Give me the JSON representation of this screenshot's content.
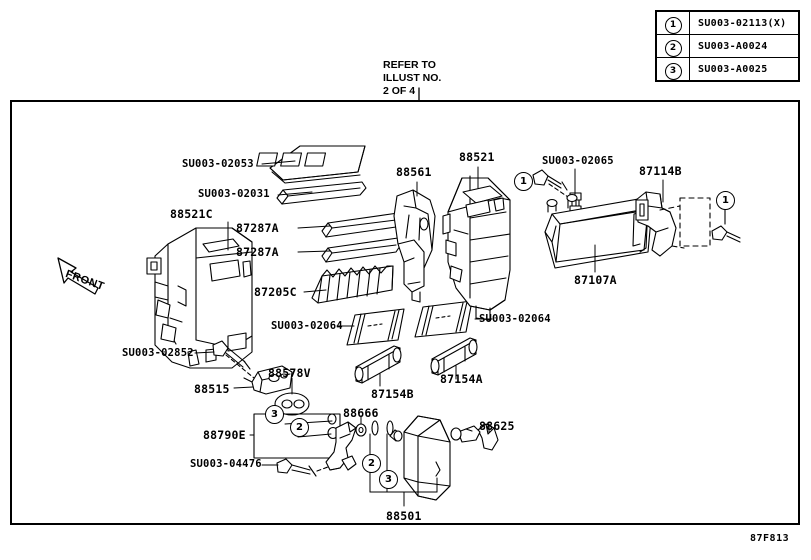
{
  "document": {
    "footer_code": "87F813",
    "refer_note_lines": [
      "REFER TO",
      "ILLUST NO.",
      "2 OF 4"
    ],
    "front_arrow_label": "FRONT"
  },
  "legend": {
    "rows": [
      {
        "number": "1",
        "code": "SU003-02113(X)"
      },
      {
        "number": "2",
        "code": "SU003-A0024"
      },
      {
        "number": "3",
        "code": "SU003-A0025"
      }
    ]
  },
  "parts": [
    {
      "id": "su003-02053",
      "label": "SU003-02053"
    },
    {
      "id": "su003-02031",
      "label": "SU003-02031"
    },
    {
      "id": "88521c",
      "label": "88521C"
    },
    {
      "id": "87287a-1",
      "label": "87287A"
    },
    {
      "id": "87287a-2",
      "label": "87287A"
    },
    {
      "id": "87205c",
      "label": "87205C"
    },
    {
      "id": "88561",
      "label": "88561"
    },
    {
      "id": "88521",
      "label": "88521"
    },
    {
      "id": "su003-02065",
      "label": "SU003-02065"
    },
    {
      "id": "87114b",
      "label": "87114B"
    },
    {
      "id": "87107a",
      "label": "87107A"
    },
    {
      "id": "su003-02064-left",
      "label": "SU003-02064"
    },
    {
      "id": "su003-02064-right",
      "label": "SU003-02064"
    },
    {
      "id": "su003-02852",
      "label": "SU003-02852"
    },
    {
      "id": "88515",
      "label": "88515"
    },
    {
      "id": "88578v",
      "label": "88578V"
    },
    {
      "id": "88790e",
      "label": "88790E"
    },
    {
      "id": "su003-04476",
      "label": "SU003-04476"
    },
    {
      "id": "87154b",
      "label": "87154B"
    },
    {
      "id": "87154a",
      "label": "87154A"
    },
    {
      "id": "88666",
      "label": "88666"
    },
    {
      "id": "88625",
      "label": "88625"
    },
    {
      "id": "88501",
      "label": "88501"
    }
  ],
  "callouts": [
    {
      "id": "callout-1-top",
      "number": "1"
    },
    {
      "id": "callout-1-right",
      "number": "1"
    },
    {
      "id": "callout-3-left",
      "number": "3"
    },
    {
      "id": "callout-2-left",
      "number": "2"
    },
    {
      "id": "callout-2-bottom",
      "number": "2"
    },
    {
      "id": "callout-3-bottom",
      "number": "3"
    }
  ],
  "colors": {
    "ink": "#000000",
    "paper": "#ffffff"
  }
}
